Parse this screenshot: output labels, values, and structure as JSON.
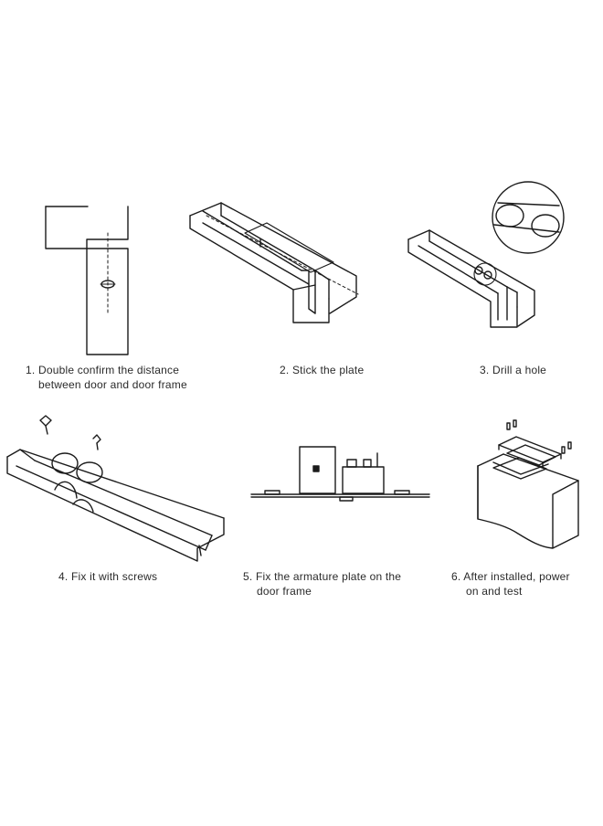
{
  "steps": [
    {
      "number": "1.",
      "line1": "Double confirm the distance",
      "line2": "between door and door frame"
    },
    {
      "number": "2.",
      "line1": "Stick the plate",
      "line2": ""
    },
    {
      "number": "3.",
      "line1": "Drill a hole",
      "line2": ""
    },
    {
      "number": "4.",
      "line1": "Fix it with screws",
      "line2": ""
    },
    {
      "number": "5.",
      "line1": "Fix the armature plate on the",
      "line2": "door frame"
    },
    {
      "number": "6.",
      "line1": "After installed, power",
      "line2": "on and test"
    }
  ],
  "colors": {
    "background": "#ffffff",
    "line": "#1b1b1b",
    "text": "#2a2a2a"
  }
}
